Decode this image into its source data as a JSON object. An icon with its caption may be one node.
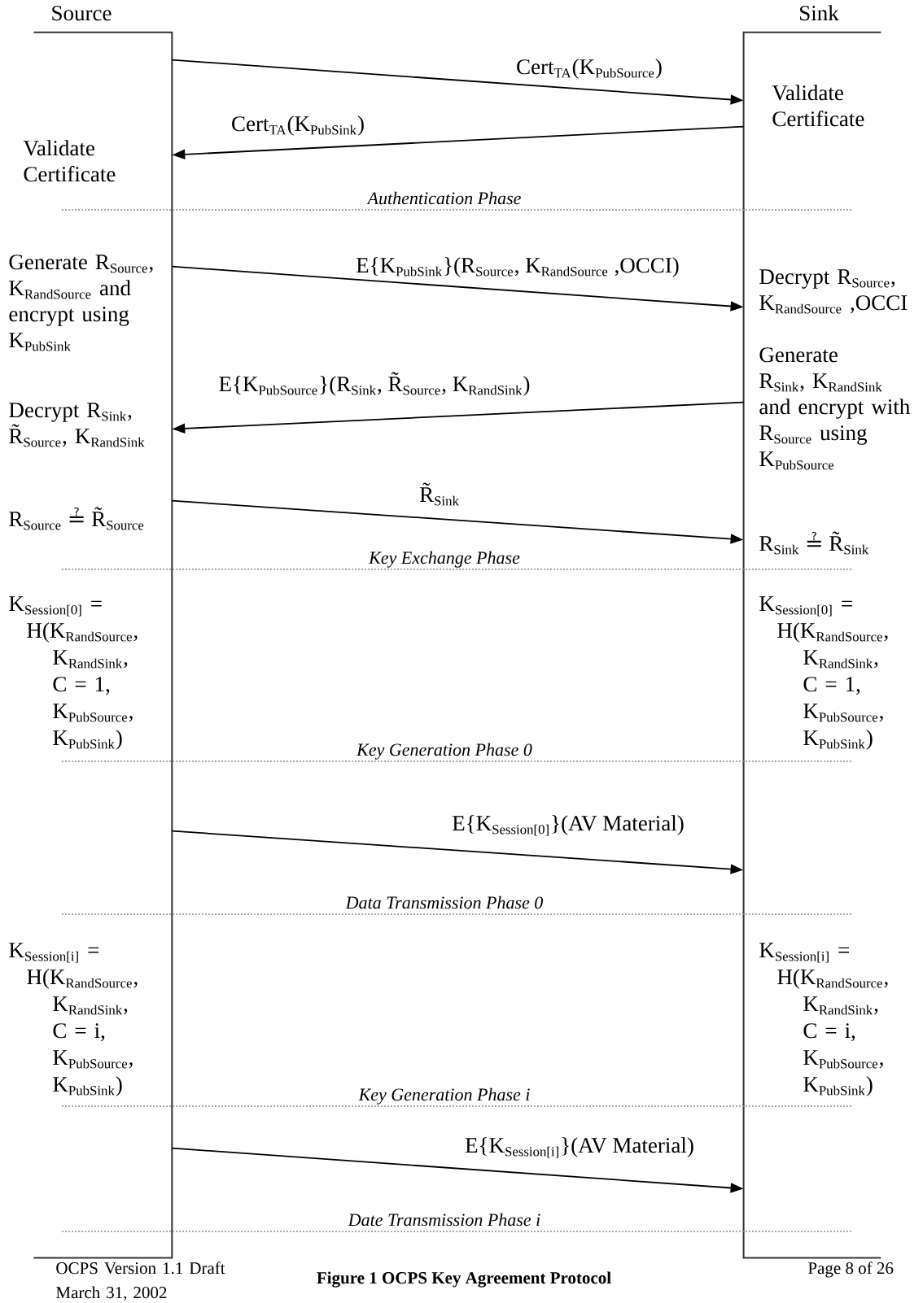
{
  "diagram": {
    "caption": "Figure 1 OCPS Key Agreement Protocol",
    "nodes": [
      {
        "text": [
          "Source"
        ]
      },
      {
        "text": [
          "Sink"
        ]
      }
    ],
    "edges": [
      {
        "from": 0,
        "to": 1,
        "arrow": "to",
        "label": "Cert$_{TA}$(K$_{PubSource}$)"
      },
      {
        "from": 1,
        "to": 0,
        "arrow": "to",
        "label": "Cert$_{TA}$(K$_{PubSink}$)"
      },
      {
        "from": 0,
        "to": 1,
        "arrow": "to",
        "label": "E{K$_{PubSink}$}(R$_{Source}$, K$_{RandSource}$ ,OCCI)"
      },
      {
        "from": 1,
        "to": 0,
        "arrow": "to",
        "label": "E{K$_{PubSource}$}(R$_{Sink}$, R̃$_{Source}$, K$_{RandSink}$)"
      },
      {
        "from": 0,
        "to": 1,
        "arrow": "to",
        "label": "R̃$_{Sink}$"
      },
      {
        "from": 0,
        "to": 1,
        "arrow": "to",
        "label": "E{K$_{Session[0]}$}(AV Material)"
      },
      {
        "from": 0,
        "to": 1,
        "arrow": "to",
        "label": "E{K$_{Session[i]}$}(AV Material)"
      }
    ],
    "labels": [
      "Validate Certificate",
      "Validate Certificate",
      "Authentication Phase",
      "Generate R$_{Source}$, K$_{RandSource}$ and encrypt using K$_{PubSink}$",
      "Decrypt R$_{Source}$, K$_{RandSource}$ ,OCCI",
      "Generate R$_{Sink}$, K$_{RandSink}$ and encrypt with R$_{Source}$ using K$_{PubSource}$",
      "Decrypt R$_{Sink}$, R̃$_{Source}$, K$_{RandSink}$",
      "R$_{Source}$ ≟ R̃$_{Source}$",
      "R$_{Sink}$ ≟ R̃$_{Sink}$",
      "Key Exchange Phase",
      "K$_{Session[0]}$ = H(K$_{RandSource}$, K$_{RandSink}$, C = 1, K$_{PubSource}$, K$_{PubSink}$)",
      "K$_{Session[0]}$ = H(K$_{RandSource}$, K$_{RandSink}$, C = 1, K$_{PubSource}$, K$_{PubSink}$)",
      "Key Generation Phase 0",
      "Data Transmission Phase 0",
      "K$_{Session[i]}$ = H(K$_{RandSource}$, K$_{RandSink}$, C = i, K$_{PubSource}$, K$_{PubSink}$)",
      "K$_{Session[i]}$ = H(K$_{RandSource}$, K$_{RandSink}$, C = i, K$_{PubSource}$, K$_{PubSink}$)",
      "Key Generation Phase i",
      "Date Transmission Phase i",
      "OCPS Version 1.1 Draft March 31, 2002",
      "Page 8 of 26"
    ]
  }
}
